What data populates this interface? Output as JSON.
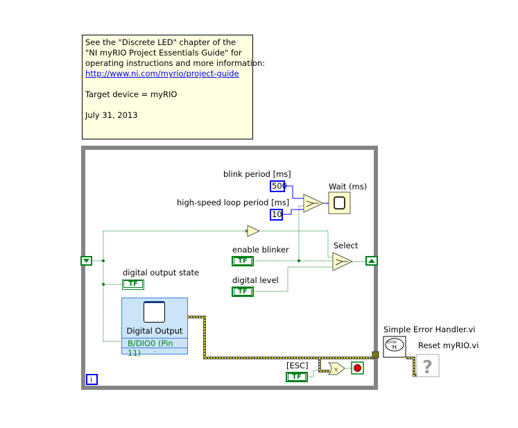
{
  "note": {
    "lines": [
      "See the \"Discrete LED\" chapter of the",
      "\"NI myRIO Project Essentials Guide\" for",
      "operating instructions and more information:"
    ],
    "link": "http://www.ni.com/myrio/project-guide",
    "target": "Target device = myRIO",
    "date": "July 31, 2013"
  },
  "controls": {
    "blink_period_label": "blink period [ms]",
    "blink_period_value": "500",
    "loop_period_label": "high-speed loop period [ms]",
    "loop_period_value": "10",
    "enable_blinker_label": "enable blinker",
    "digital_level_label": "digital level",
    "digital_output_state_label": "digital output state",
    "esc_label": "[ESC]",
    "tf_text": "TF"
  },
  "nodes": {
    "wait_label": "Wait (ms)",
    "select_label": "Select",
    "digital_output_title": "Digital Output",
    "digital_output_pin": "B/DIO0 (Pin 11)",
    "error_handler_label": "Simple Error Handler.vi",
    "error_icon_text": "Error",
    "reset_label": "Reset myRIO.vi",
    "iteration_terminal": "i"
  },
  "colors": {
    "loop_frame": "#848484",
    "boolean_wire": "#00801a",
    "numeric_wire": "#0000ff",
    "error_wire": "#9c9c00",
    "note_bg": "#ffffe1"
  }
}
